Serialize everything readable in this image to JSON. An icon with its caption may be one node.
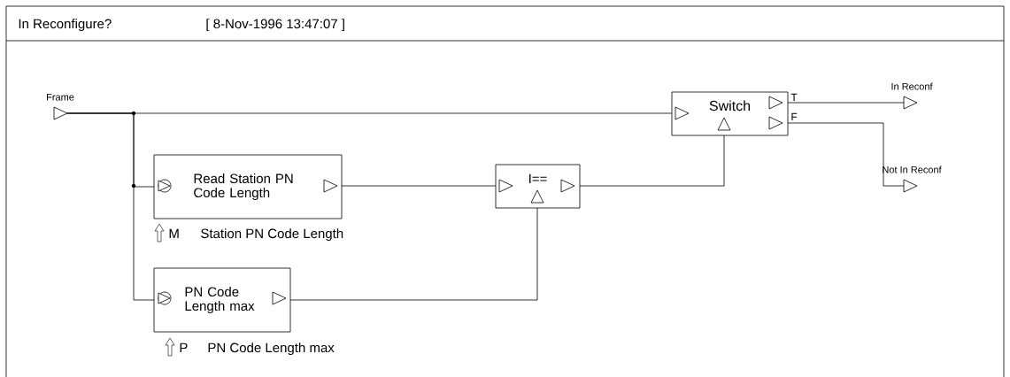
{
  "diagram": {
    "title": "In Reconfigure?",
    "nodes": [
      {
        "text": [
          "Frame"
        ]
      },
      {
        "text": [
          "Read Station PN Code Length"
        ],
        "beside": [
          "M",
          "Station PN Code Length"
        ]
      },
      {
        "text": [
          "PN Code Length max"
        ],
        "beside": [
          "P",
          "PN Code Length max"
        ]
      },
      {
        "text": [
          "I=="
        ]
      },
      {
        "text": [
          "Switch"
        ],
        "beside": [
          "T",
          "F"
        ]
      },
      {
        "text": [
          "In Reconf"
        ]
      },
      {
        "text": [
          "Not In Reconf"
        ]
      }
    ],
    "edges": [
      {
        "from": 0,
        "to": 4,
        "arrow": "none"
      },
      {
        "from": 0,
        "to": 1,
        "arrow": "none"
      },
      {
        "from": 0,
        "to": 2,
        "arrow": "none"
      },
      {
        "from": 1,
        "to": 3,
        "arrow": "none"
      },
      {
        "from": 2,
        "to": 3,
        "arrow": "none"
      },
      {
        "from": 3,
        "to": 4,
        "arrow": "none"
      },
      {
        "from": 4,
        "to": 5,
        "arrow": "none"
      },
      {
        "from": 4,
        "to": 6,
        "arrow": "none"
      }
    ],
    "labels": [
      "[ 8-Nov-1996 13:47:07 ]"
    ]
  }
}
